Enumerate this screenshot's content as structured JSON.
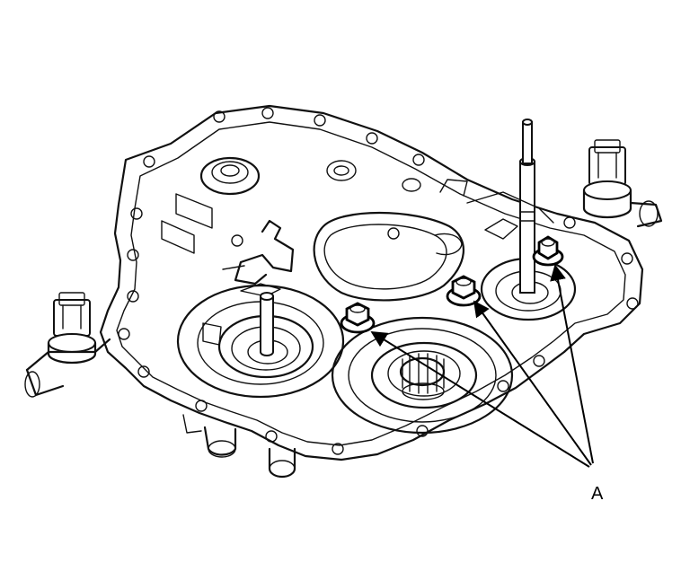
{
  "callout": {
    "label": "A",
    "target_count": 3
  },
  "parts": {
    "connector_count": 2,
    "bolt_count": 3,
    "shaft_count": 2
  }
}
